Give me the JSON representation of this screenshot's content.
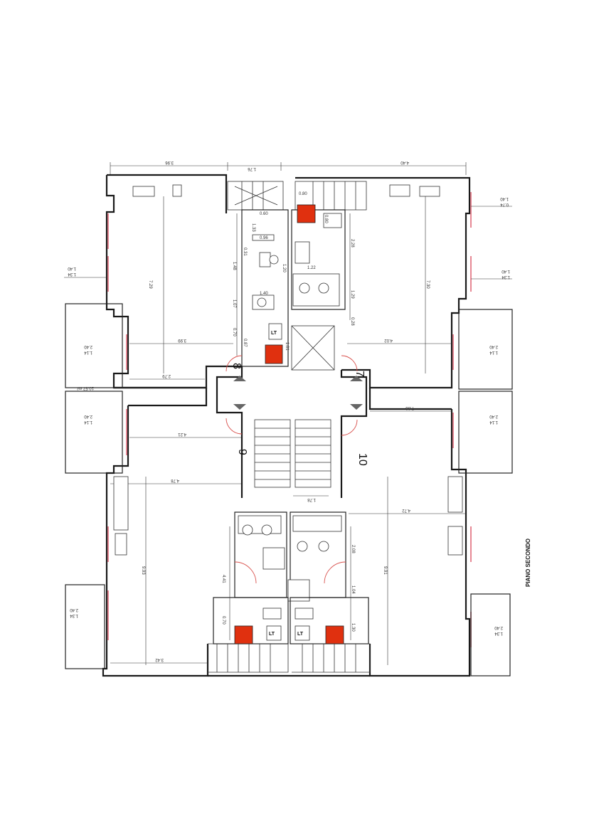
{
  "title": "PIANO SECONDO",
  "units": [
    "8",
    "7",
    "9",
    "10"
  ],
  "lt_label": "LT",
  "dimensions": {
    "top_left": "3.96",
    "top_mid": "1.76",
    "top_right": "4.40",
    "right_top_a": "1.40",
    "right_top_b": "0.74",
    "left_win_a": "1.40",
    "left_win_b": "1.34",
    "right_win_a": "1.40",
    "right_win_b": "1.34",
    "unit8_depth": "7.29",
    "unit7_depth": "7.30",
    "unit8_width": "3.99",
    "unit8_width2": "2.79",
    "unit7_width": "4.02",
    "unit10_width": "7.86",
    "unit9_width": "4.21",
    "unit9_width2": "4.78",
    "unit9_depth": "9.93",
    "unit10_depth": "9.91",
    "unit10_width2": "4.72",
    "unit9_bottom": "3.42",
    "stair_width": "1.78",
    "bal_l1_a": "2.40",
    "bal_l1_b": "1.14",
    "bal_l1_area": "10.57 m²",
    "bal_l2_a": "2.40",
    "bal_l2_b": "1.14",
    "bal_l3_a": "2.40",
    "bal_l3_b": "1.34",
    "bal_r1_a": "2.40",
    "bal_r1_b": "1.14",
    "bal_r2_a": "2.40",
    "bal_r2_b": "1.14",
    "bal_r3_a": "2.40",
    "bal_r3_b": "1.34",
    "bath_a": "1.33",
    "bath_b": "0.60",
    "bath_c": "0.96",
    "bath_d": "0.31",
    "bath_e": "1.48",
    "bath_f": "1.20",
    "bath_g": "1.07",
    "bath_h": "1.40",
    "bath_i": "0.70",
    "bath_j": "0.87",
    "bath_k": "1.01",
    "bath_l": "0.80",
    "bath_m": "1.22",
    "bath_n": "2.28",
    "bath_o": "1.29",
    "bath_p": "0.28",
    "bath_q": "0.80",
    "low_a": "4.41",
    "low_b": "0.70",
    "low_c": "2.08",
    "low_d": "1.04",
    "low_e": "1.30"
  }
}
